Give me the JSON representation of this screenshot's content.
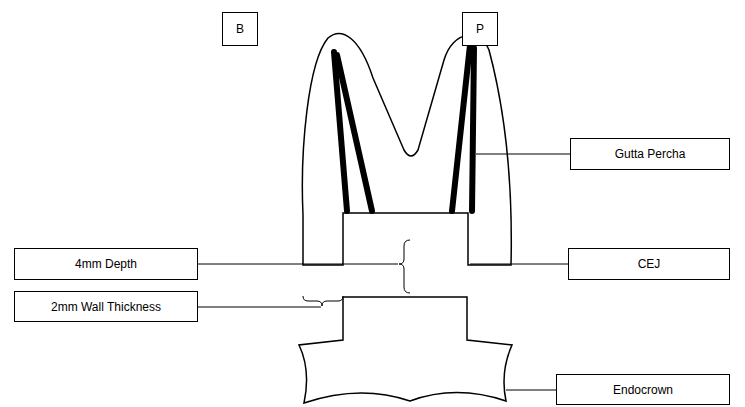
{
  "diagram": {
    "nodes": [
      {
        "text": [
          "B"
        ]
      },
      {
        "text": [
          "P"
        ]
      },
      {
        "text": [
          "Gutta Percha"
        ]
      },
      {
        "text": [
          "4mm Depth"
        ]
      },
      {
        "text": [
          "CEJ"
        ]
      },
      {
        "text": [
          "2mm Wall Thickness"
        ]
      },
      {
        "text": [
          "Endocrown"
        ]
      }
    ]
  }
}
